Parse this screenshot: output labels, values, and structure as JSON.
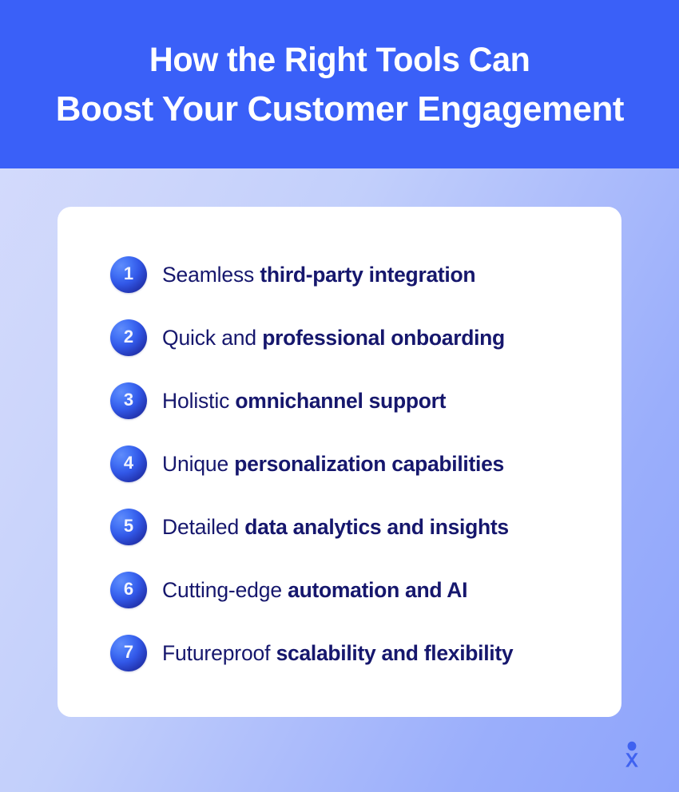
{
  "header": {
    "title_line_1": "How the Right Tools Can",
    "title_line_2": "Boost Your Customer Engagement",
    "background_color": "#3a60f8",
    "text_color": "#ffffff"
  },
  "theme": {
    "page_gradient_from": "#d6dcfc",
    "page_gradient_to": "#8ea4fb",
    "card_background": "#ffffff",
    "badge_gradient_from": "#5f8cfb",
    "badge_gradient_to": "#1b2583",
    "body_text_color": "#16176d",
    "logo_color": "#3f62f0"
  },
  "card": {
    "items": [
      {
        "number": "1",
        "lead": "Seamless ",
        "emphasis": "third-party integration",
        "trail": ""
      },
      {
        "number": "2",
        "lead": "Quick and ",
        "emphasis": "professional onboarding",
        "trail": ""
      },
      {
        "number": "3",
        "lead": "Holistic ",
        "emphasis": "omnichannel support",
        "trail": ""
      },
      {
        "number": "4",
        "lead": "Unique ",
        "emphasis": "personalization capabilities",
        "trail": ""
      },
      {
        "number": "5",
        "lead": "Detailed ",
        "emphasis": "data analytics and insights",
        "trail": ""
      },
      {
        "number": "6",
        "lead": "Cutting-edge ",
        "emphasis": "automation and AI",
        "trail": ""
      },
      {
        "number": "7",
        "lead": "Futureproof ",
        "emphasis": "scalability and flexibility",
        "trail": ""
      }
    ]
  },
  "footer": {
    "logo_name": "person-mark-logo"
  }
}
